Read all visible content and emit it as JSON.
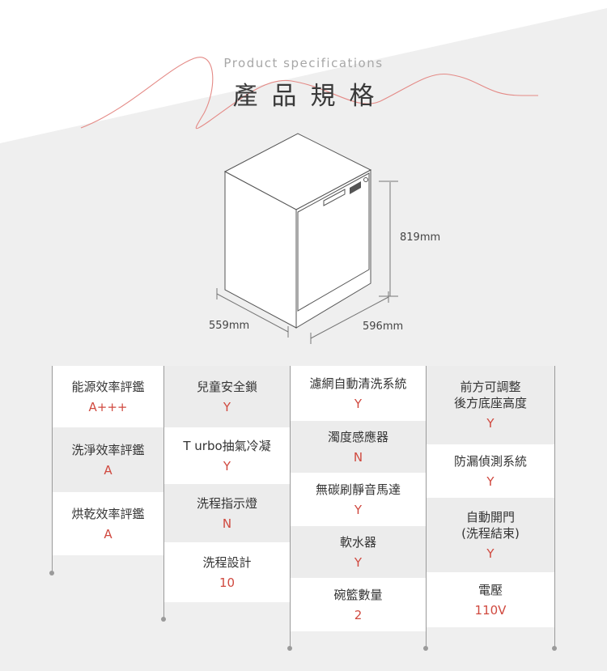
{
  "header": {
    "subtitle": "Product specifications",
    "title": "產品規格"
  },
  "dimensions": {
    "height": "819mm",
    "depth": "559mm",
    "width": "596mm"
  },
  "colors": {
    "accent": "#d0493f",
    "background_gray": "#efefef",
    "swirl": "#e48a86"
  },
  "specs": {
    "col1": [
      {
        "label": "能源效率評鑑",
        "value": "A+++"
      },
      {
        "label": "洗淨效率評鑑",
        "value": "A"
      },
      {
        "label": "烘乾效率評鑑",
        "value": "A"
      }
    ],
    "col2": [
      {
        "label": "兒童安全鎖",
        "value": "Y"
      },
      {
        "label": "T urbo抽氣冷凝",
        "value": "Y"
      },
      {
        "label": "洗程指示燈",
        "value": "N"
      },
      {
        "label": "洗程設計",
        "value": "10"
      }
    ],
    "col3": [
      {
        "label": "濾網自動清洗系統",
        "value": "Y"
      },
      {
        "label": "濁度感應器",
        "value": "N"
      },
      {
        "label": "無碳刷靜音馬達",
        "value": "Y"
      },
      {
        "label": "軟水器",
        "value": "Y"
      },
      {
        "label": "碗籃數量",
        "value": "2"
      }
    ],
    "col4": [
      {
        "label": "前方可調整\n後方底座高度",
        "value": "Y"
      },
      {
        "label": "防漏偵測系統",
        "value": "Y"
      },
      {
        "label": "自動開門\n(洗程結束)",
        "value": "Y"
      },
      {
        "label": "電壓",
        "value": "110V"
      }
    ]
  }
}
